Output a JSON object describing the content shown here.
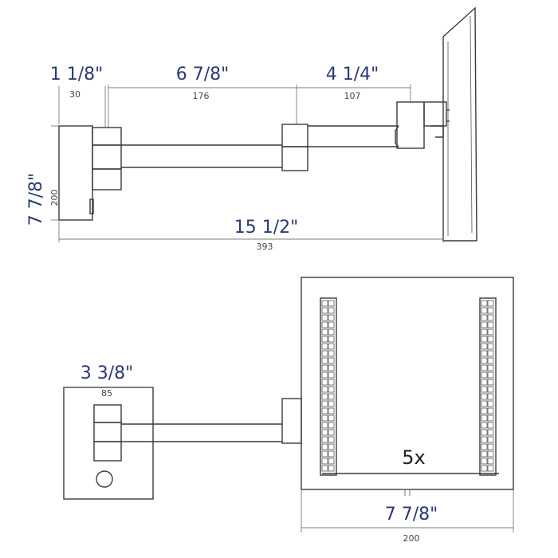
{
  "colors": {
    "primary_text": "#2a3a72",
    "secondary_text": "#444444",
    "outline": "#3a3a3a"
  },
  "side_view": {
    "dims": {
      "base_depth": {
        "imperial": "1 1/8\"",
        "metric": "30"
      },
      "arm_one": {
        "imperial": "6 7/8\"",
        "metric": "176"
      },
      "arm_two": {
        "imperial": "4 1/4\"",
        "metric": "107"
      },
      "height": {
        "imperial": "7 7/8\"",
        "metric": "200"
      },
      "total_depth": {
        "imperial": "15 1/2\"",
        "metric": "393"
      }
    }
  },
  "front_view": {
    "dims": {
      "base_width": {
        "imperial": "3 3/8\"",
        "metric": "85"
      },
      "mirror_width": {
        "imperial": "7 7/8\"",
        "metric": "200"
      }
    },
    "magnification": "5x"
  }
}
